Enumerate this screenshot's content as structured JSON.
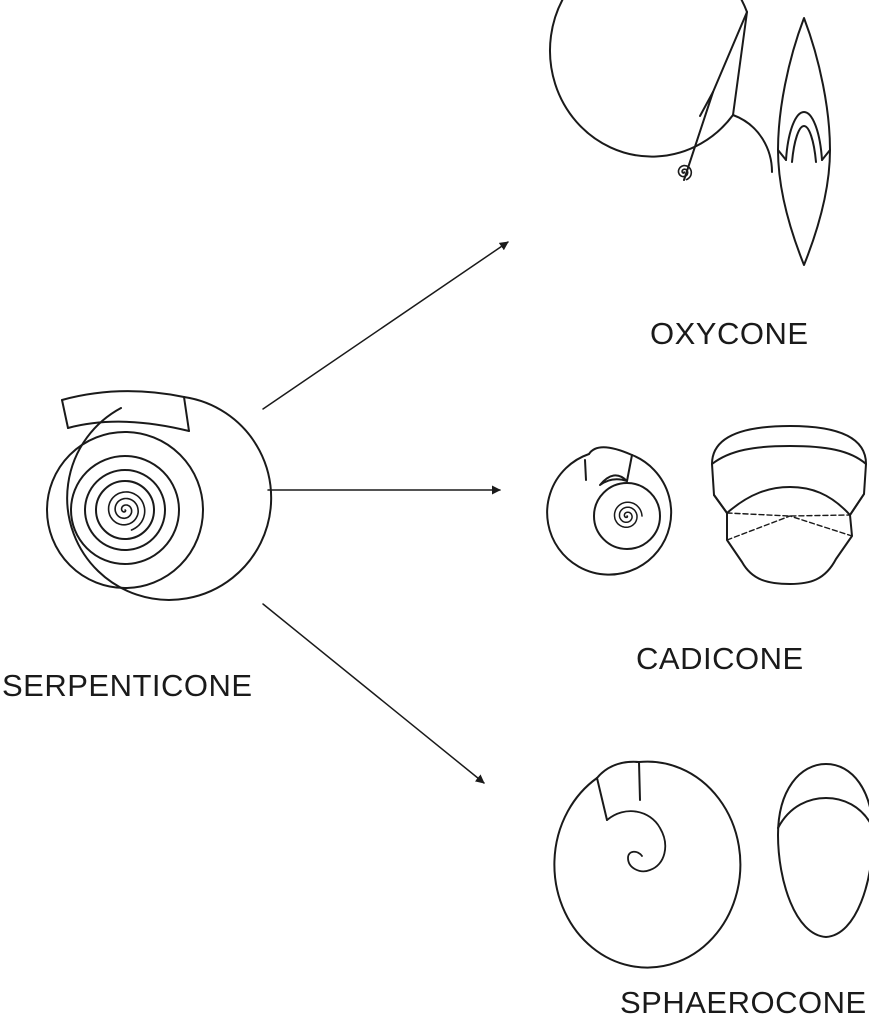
{
  "labels": {
    "serpenticone": "SERPENTICONE",
    "oxycone": "OXYCONE",
    "cadicone": "CADICONE",
    "sphaerocone": "SPHAEROCONE"
  },
  "colors": {
    "ink": "#1a1a1a",
    "background": "#ffffff"
  }
}
